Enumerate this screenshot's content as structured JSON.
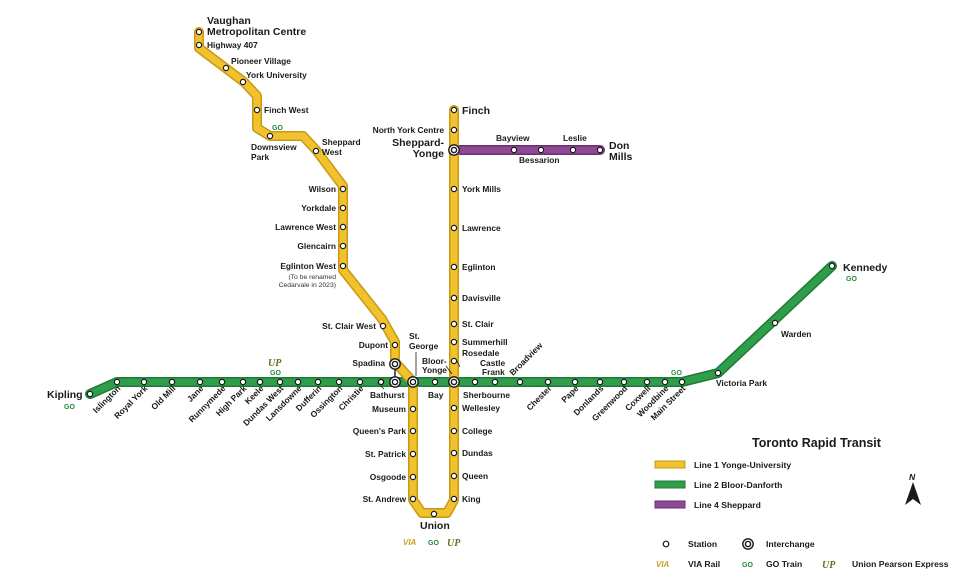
{
  "title": "Toronto Rapid Transit",
  "colors": {
    "line1": "#f2c12e",
    "line1_edge": "#c79a14",
    "line2": "#2f9e4a",
    "line2_edge": "#1f7a35",
    "line4": "#8e4a93",
    "line4_edge": "#6a2f70"
  },
  "lines": [
    {
      "name": "Line 1 Yonge-University",
      "color": "#f2c12e"
    },
    {
      "name": "Line 2 Bloor-Danforth",
      "color": "#2f9e4a"
    },
    {
      "name": "Line 4 Sheppard",
      "color": "#8e4a93"
    }
  ],
  "legend": {
    "station": "Station",
    "interchange": "Interchange",
    "via_rail": "VIA Rail",
    "go_train": "GO Train",
    "up_express": "Union Pearson Express",
    "via_symbol": "VIA",
    "go_symbol": "GO",
    "up_symbol": "UP"
  },
  "north": "N",
  "eglinton_west_note": [
    "(To be renamed",
    "Cedarvale in 2023)"
  ],
  "stations": {
    "vaughan": [
      "Vaughan",
      "Metropolitan Centre"
    ],
    "highway407": "Highway 407",
    "pioneer_village": "Pioneer Village",
    "york_university": "York University",
    "finch_west": "Finch West",
    "downsview_park": [
      "Downsview",
      "Park"
    ],
    "sheppard_west": [
      "Sheppard",
      "West"
    ],
    "wilson": "Wilson",
    "yorkdale": "Yorkdale",
    "lawrence_west": "Lawrence West",
    "glencairn": "Glencairn",
    "eglinton_west": "Eglinton West",
    "st_clair_west": "St. Clair West",
    "dupont": "Dupont",
    "spadina": "Spadina",
    "st_george": [
      "St.",
      "George"
    ],
    "museum": "Museum",
    "queens_park": "Queen's Park",
    "st_patrick": "St. Patrick",
    "osgoode": "Osgoode",
    "st_andrew": "St. Andrew",
    "union": "Union",
    "king": "King",
    "queen": "Queen",
    "dundas": "Dundas",
    "college": "College",
    "wellesley": "Wellesley",
    "bloor_yonge": [
      "Bloor-",
      "Yonge"
    ],
    "rosedale": "Rosedale",
    "summerhill": "Summerhill",
    "st_clair": "St. Clair",
    "davisville": "Davisville",
    "eglinton": "Eglinton",
    "lawrence": "Lawrence",
    "york_mills": "York Mills",
    "sheppard_yonge": [
      "Sheppard-",
      "Yonge"
    ],
    "north_york_centre": "North York Centre",
    "finch": "Finch",
    "bayview": "Bayview",
    "bessarion": "Bessarion",
    "leslie": "Leslie",
    "don_mills": [
      "Don",
      "Mills"
    ],
    "kipling": "Kipling",
    "islington": "Islington",
    "royal_york": "Royal York",
    "old_mill": "Old Mill",
    "jane": "Jane",
    "runnymede": "Runnymede",
    "high_park": "High Park",
    "keele": "Keele",
    "dundas_west": "Dundas West",
    "lansdowne": "Lansdowne",
    "dufferin": "Dufferin",
    "ossington": "Ossington",
    "christie": "Christie",
    "bathurst": "Bathurst",
    "bay": "Bay",
    "sherbourne": "Sherbourne",
    "castle_frank": [
      "Castle",
      "Frank"
    ],
    "broadview": "Broadview",
    "chester": "Chester",
    "pape": "Pape",
    "donlands": "Donlands",
    "greenwood": "Greenwood",
    "coxwell": "Coxwell",
    "woodbine": "Woodbine",
    "main_street": "Main Street",
    "victoria_park": "Victoria Park",
    "warden": "Warden",
    "kennedy": "Kennedy"
  }
}
